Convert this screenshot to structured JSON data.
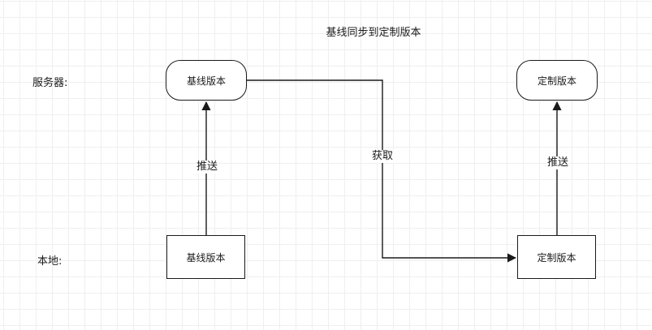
{
  "diagram": {
    "title": "基线同步到定制版本",
    "rows": {
      "server": "服务器:",
      "local": "本地:"
    },
    "nodes": {
      "server_base": "基线版本",
      "server_custom": "定制版本",
      "local_base": "基线版本",
      "local_custom": "定制版本"
    },
    "edges": {
      "push_base": "推送",
      "fetch": "获取",
      "push_custom": "推送"
    }
  },
  "colors": {
    "stroke": "#1a1a1a",
    "grid": "#efefef",
    "background": "#ffffff"
  }
}
